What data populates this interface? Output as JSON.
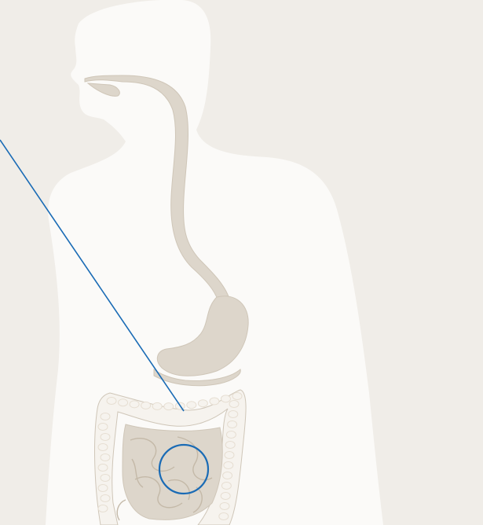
{
  "diagram": {
    "colors": {
      "background": "#f0ede8",
      "silhouette": "#fbfaf8",
      "organ_fill": "#ddd6cb",
      "organ_stroke": "#cfc6b8",
      "colon_fill": "#f6f3ee",
      "colon_bead": "#e6ded2",
      "callout": "#1a6bb5"
    },
    "organs": [
      "esophagus",
      "stomach",
      "small-intestine",
      "large-intestine"
    ]
  }
}
